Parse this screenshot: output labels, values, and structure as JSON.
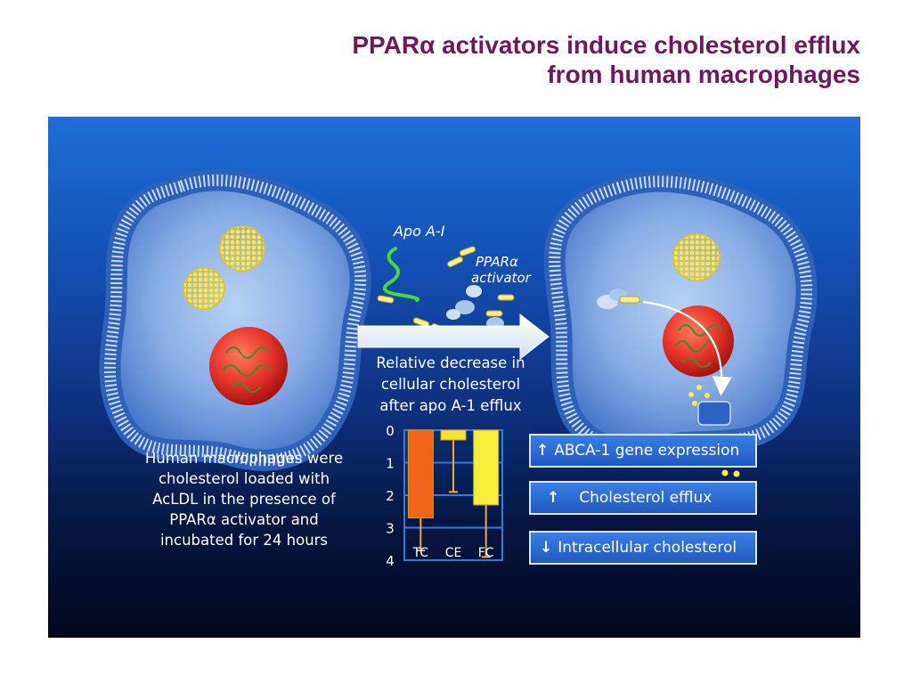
{
  "title": {
    "line1": "PPARα activators induce cholesterol efflux",
    "line2": "from human macrophages"
  },
  "labels": {
    "apo_a1": "Apo A-I",
    "ppar_activator_line1": "PPARα",
    "ppar_activator_line2": "activator",
    "relative_decrease": [
      "Relative decrease in",
      "cellular cholesterol",
      "after apo A-1 efflux"
    ],
    "macrophage_caption": [
      "Human macrophages were",
      "cholesterol loaded with",
      "AcLDL in the presence of",
      "PPARα activator and",
      "incubated for 24 hours"
    ]
  },
  "result_boxes": [
    {
      "arrow": "↑",
      "text": "ABCA-1 gene expression"
    },
    {
      "arrow": "↑",
      "text": "Cholesterol efflux"
    },
    {
      "arrow": "↓",
      "text": "Intracellular cholesterol"
    }
  ],
  "colors": {
    "title": "#6b1a5e",
    "tc_bar": "#f2641a",
    "ce_bar": "#f6e52c",
    "fc_bar": "#f6ef3a",
    "error_bar": "#f2a640"
  },
  "chart_data": {
    "type": "bar",
    "categories": [
      "TC",
      "CE",
      "FC"
    ],
    "values": [
      2.7,
      0.3,
      2.3
    ],
    "error_upper": [
      3.7,
      1.9,
      3.9
    ],
    "ylim": [
      0,
      4
    ],
    "yticks": [
      "0",
      "1",
      "2",
      "3",
      "4"
    ],
    "y_inverted": true
  }
}
